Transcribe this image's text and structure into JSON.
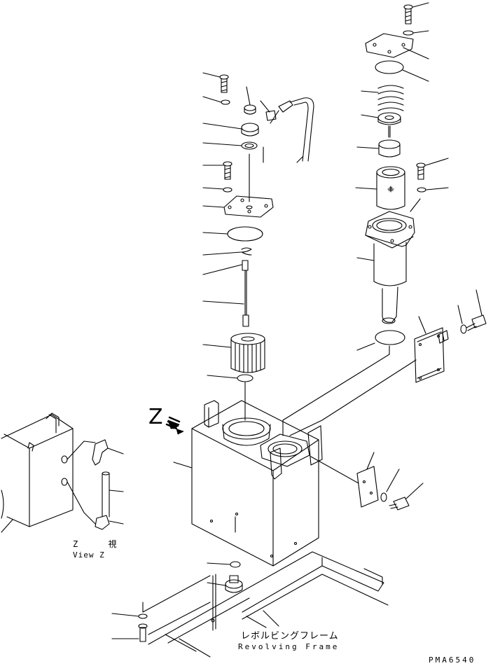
{
  "diagram": {
    "labels": {
      "view_marker": "Z",
      "view_z_japanese": "Z 視",
      "view_z_english": "View Z",
      "frame_japanese": "レボルビングフレーム",
      "frame_english": "Revolving Frame",
      "drawing_number": "PMA6540"
    }
  }
}
